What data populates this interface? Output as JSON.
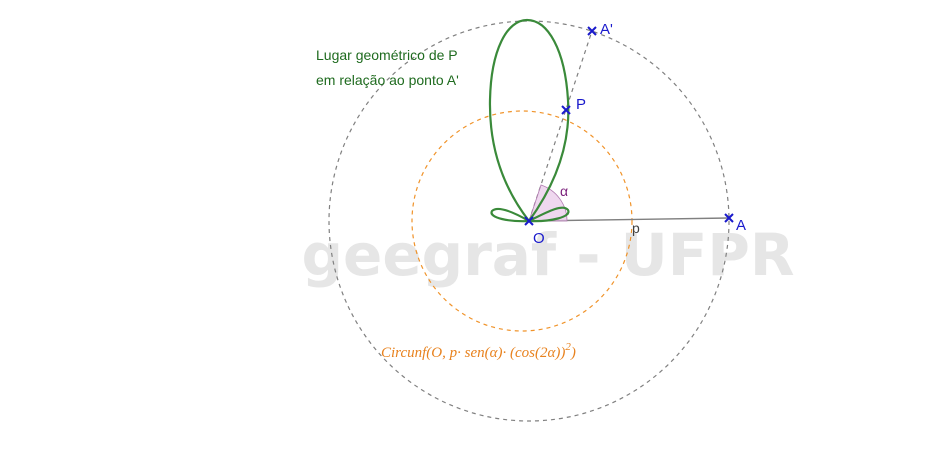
{
  "watermark": "geegraf - UFPR",
  "locus_caption": {
    "line1": "Lugar geométrico de P",
    "line2": "em relação ao ponto A'"
  },
  "points": {
    "O": "O",
    "A": "A",
    "A_prime": "A'",
    "P": "P"
  },
  "labels": {
    "segment_p": "p",
    "angle_alpha": "α"
  },
  "formula": {
    "prefix": "Circunf(O, p· sen(α)· (cos(2α))",
    "exponent": "2",
    "suffix": ")"
  },
  "colors": {
    "locus_curve": "#3a8a3a",
    "orange_circle": "#f0932a",
    "outer_circle": "#808080",
    "point_marker": "#1a1acc",
    "locus_caption": "#1f6b1f",
    "formula_text": "#e8821e",
    "angle_label": "#7a1f7a",
    "angle_fill": "#e8c7e8",
    "watermark": "#e6e6e6"
  }
}
